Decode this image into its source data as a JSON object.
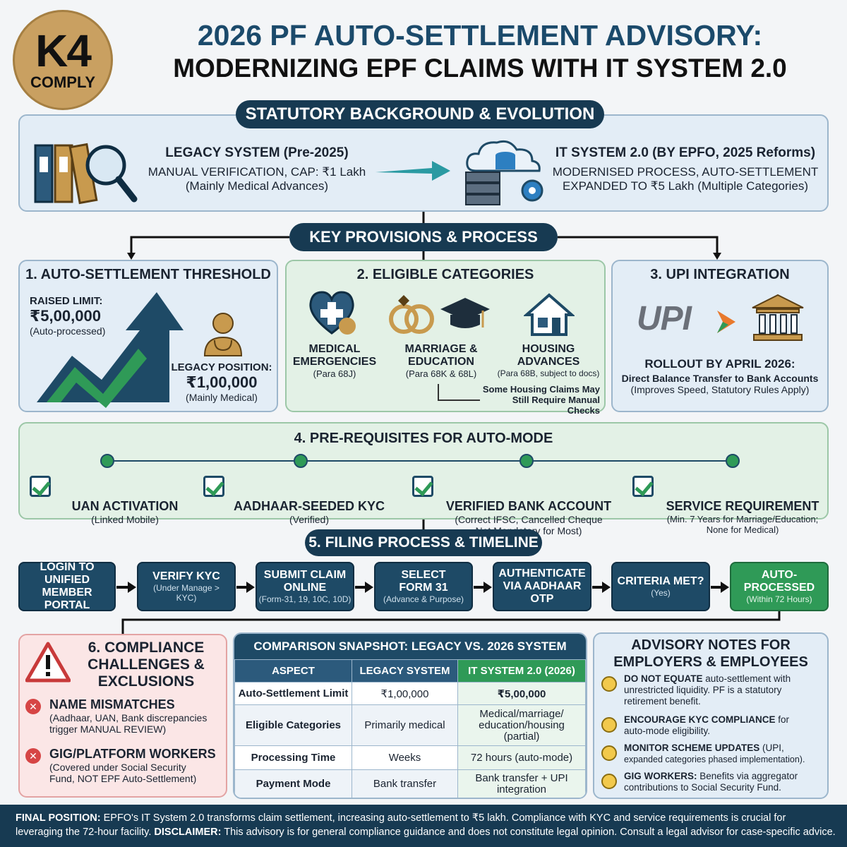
{
  "logo": {
    "line1": "K4",
    "line2": "COMPLY"
  },
  "header": {
    "title1": "2026 PF AUTO-SETTLEMENT ADVISORY:",
    "title2": "MODERNIZING EPF CLAIMS WITH IT SYSTEM 2.0"
  },
  "background": {
    "title": "STATUTORY BACKGROUND & EVOLUTION",
    "legacy_title": "LEGACY SYSTEM (Pre-2025)",
    "legacy_line1": "MANUAL VERIFICATION, CAP: ₹1 Lakh",
    "legacy_line2": "(Mainly Medical Advances)",
    "new_title": "IT SYSTEM 2.0 (BY EPFO, 2025 Reforms)",
    "new_line1": "MODERNISED PROCESS, AUTO-SETTLEMENT",
    "new_line2": "EXPANDED TO ₹5 Lakh (Multiple Categories)"
  },
  "provisions": {
    "title": "KEY PROVISIONS & PROCESS"
  },
  "threshold": {
    "title": "1. AUTO-SETTLEMENT THRESHOLD",
    "raised_label": "RAISED LIMIT:",
    "raised_value": "₹5,00,000",
    "raised_note": "(Auto-processed)",
    "legacy_label": "LEGACY POSITION:",
    "legacy_value": "₹1,00,000",
    "legacy_note": "(Mainly Medical)"
  },
  "categories": {
    "title": "2. ELIGIBLE CATEGORIES",
    "items": [
      {
        "name1": "MEDICAL",
        "name2": "EMERGENCIES",
        "para": "(Para 68J)"
      },
      {
        "name1": "MARRIAGE &",
        "name2": "EDUCATION",
        "para": "(Para 68K & 68L)"
      },
      {
        "name1": "HOUSING",
        "name2": "ADVANCES",
        "para": "(Para 68B, subject to docs)"
      }
    ],
    "note1": "Some Housing Claims May",
    "note2": "Still Require Manual Checks"
  },
  "upi": {
    "title": "3. UPI INTEGRATION",
    "logo": "UPI",
    "rollout": "ROLLOUT BY APRIL 2026:",
    "line1": "Direct Balance Transfer to Bank Accounts",
    "line2": "(Improves Speed, Statutory Rules Apply)"
  },
  "prereq": {
    "title": "4. PRE-REQUISITES FOR AUTO-MODE",
    "items": [
      {
        "title": "UAN ACTIVATION",
        "sub1": "(Linked Mobile)",
        "sub2": ""
      },
      {
        "title": "AADHAAR-SEEDED KYC",
        "sub1": "(Verified)",
        "sub2": ""
      },
      {
        "title": "VERIFIED BANK ACCOUNT",
        "sub1": "(Correct IFSC, Cancelled Cheque",
        "sub2": "Not Mandatory for Most)"
      },
      {
        "title": "SERVICE REQUIREMENT",
        "sub1": "(Min. 7 Years for Marriage/Education;",
        "sub2": "None for Medical)"
      }
    ]
  },
  "filing": {
    "title": "5. FILING PROCESS & TIMELINE",
    "steps": [
      {
        "t1": "LOGIN TO",
        "t2": "UNIFIED",
        "t3": "MEMBER PORTAL",
        "s1": "",
        "s2": ""
      },
      {
        "t1": "VERIFY KYC",
        "t2": "",
        "t3": "",
        "s1": "(Under Manage >",
        "s2": "KYC)"
      },
      {
        "t1": "SUBMIT CLAIM",
        "t2": "ONLINE",
        "t3": "",
        "s1": "(Form-31, 19, 10C, 10D)",
        "s2": ""
      },
      {
        "t1": "SELECT",
        "t2": "FORM 31",
        "t3": "",
        "s1": "(Advance & Purpose)",
        "s2": ""
      },
      {
        "t1": "AUTHENTICATE",
        "t2": "VIA AADHAAR",
        "t3": "OTP",
        "s1": "",
        "s2": ""
      },
      {
        "t1": "CRITERIA MET?",
        "t2": "",
        "t3": "",
        "s1": "(Yes)",
        "s2": ""
      },
      {
        "t1": "AUTO-",
        "t2": "PROCESSED",
        "t3": "",
        "s1": "(Within 72 Hours)",
        "s2": ""
      }
    ]
  },
  "compliance": {
    "title1": "6. COMPLIANCE",
    "title2": "CHALLENGES &",
    "title3": "EXCLUSIONS",
    "items": [
      {
        "title": "NAME MISMATCHES",
        "l1": "(Aadhaar, UAN, Bank discrepancies",
        "l2": "trigger MANUAL REVIEW)"
      },
      {
        "title": "GIG/PLATFORM WORKERS",
        "l1": "(Covered under Social Security",
        "l2": "Fund, NOT EPF Auto-Settlement)"
      }
    ]
  },
  "comparison": {
    "title": "COMPARISON SNAPSHOT: LEGACY VS. 2026 SYSTEM",
    "headers": [
      "ASPECT",
      "LEGACY SYSTEM",
      "IT SYSTEM 2.0 (2026)"
    ],
    "rows": [
      {
        "a": "Auto-Settlement Limit",
        "b": "₹1,00,000",
        "c1": "₹5,00,000",
        "c2": "",
        "c3": ""
      },
      {
        "a": "Eligible Categories",
        "b": "Primarily medical",
        "c1": "Medical/marriage/",
        "c2": "education/housing",
        "c3": "(partial)"
      },
      {
        "a": "Processing Time",
        "b": "Weeks",
        "c1": "72 hours (auto-mode)",
        "c2": "",
        "c3": ""
      },
      {
        "a": "Payment Mode",
        "b": "Bank transfer",
        "c1": "Bank transfer + UPI",
        "c2": "integration",
        "c3": ""
      }
    ]
  },
  "advisory": {
    "title1": "ADVISORY NOTES FOR",
    "title2": "EMPLOYERS & EMPLOYEES",
    "items": [
      {
        "bold": "DO NOT EQUATE",
        "rest1": " auto-settlement with",
        "rest2": "unrestricted liquidity. PF is a statutory",
        "rest3": "retirement benefit."
      },
      {
        "bold": "ENCOURAGE KYC COMPLIANCE",
        "rest1": " for",
        "rest2": "auto-mode eligibility.",
        "rest3": ""
      },
      {
        "bold": "MONITOR SCHEME UPDATES",
        "rest1": " (UPI,",
        "rest2": "expanded categories phased implementation).",
        "rest3": ""
      },
      {
        "bold": "GIG WORKERS:",
        "rest1": " Benefits via aggregator",
        "rest2": "contributions to Social Security Fund.",
        "rest3": ""
      }
    ]
  },
  "footer": {
    "label1": "FINAL POSITION:",
    "text1": " EPFO's IT System 2.0 transforms claim settlement, increasing auto-settlement to ₹5 lakh. Compliance with KYC and service requirements is crucial for",
    "text2": "leveraging the 72-hour facility. ",
    "label2": "DISCLAIMER:",
    "text3": " This advisory is for general compliance guidance and does not constitute legal opinion. Consult a legal advisor for case-specific advice."
  },
  "colors": {
    "navy": "#173a52",
    "green": "#2f9a57",
    "accent": "#1e4a66"
  }
}
